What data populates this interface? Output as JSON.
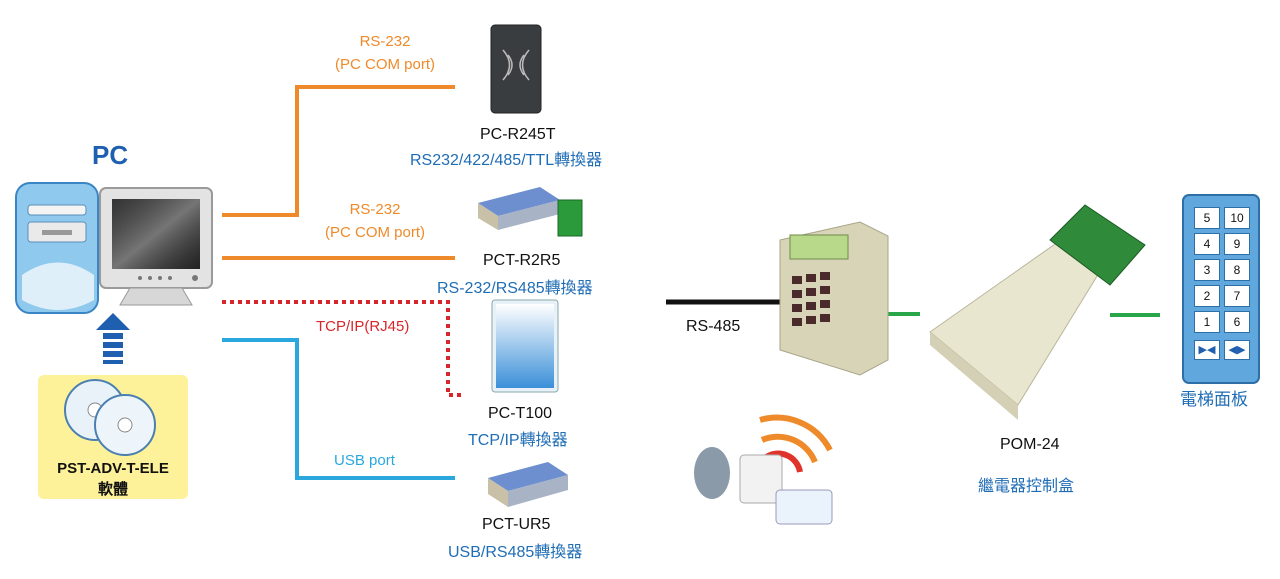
{
  "pc": {
    "title": "PC"
  },
  "software": {
    "name": "PST-ADV-T-ELE",
    "desc": "軟體"
  },
  "links": {
    "rs232_1": {
      "line1": "RS-232",
      "line2": "(PC COM port)",
      "color": "#ee8a2a"
    },
    "rs232_2": {
      "line1": "RS-232",
      "line2": "(PC COM port)",
      "color": "#ee8a2a"
    },
    "tcpip": {
      "label": "TCP/IP(RJ45)",
      "color": "#d9262a"
    },
    "usb": {
      "label": "USB port",
      "color": "#2aa8de"
    },
    "rs485": {
      "label": "RS-485",
      "color": "#111111"
    }
  },
  "devices": {
    "r245t": {
      "name": "PC-R245T",
      "desc": "RS232/422/485/TTL轉換器"
    },
    "r2r5": {
      "name": "PCT-R2R5",
      "desc": "RS-232/RS485轉換器"
    },
    "t100": {
      "name": "PC-T100",
      "desc": "TCP/IP轉換器"
    },
    "ur5": {
      "name": "PCT-UR5",
      "desc": "USB/RS485轉換器"
    },
    "pom24": {
      "name": "POM-24",
      "desc": "繼電器控制盒"
    },
    "panel": {
      "desc": "電梯面板",
      "buttons": [
        "5",
        "10",
        "4",
        "9",
        "3",
        "8",
        "2",
        "7",
        "1",
        "6"
      ]
    }
  },
  "colors": {
    "green_link": "#2aa64a",
    "accent_blue": "#1f6db5"
  }
}
